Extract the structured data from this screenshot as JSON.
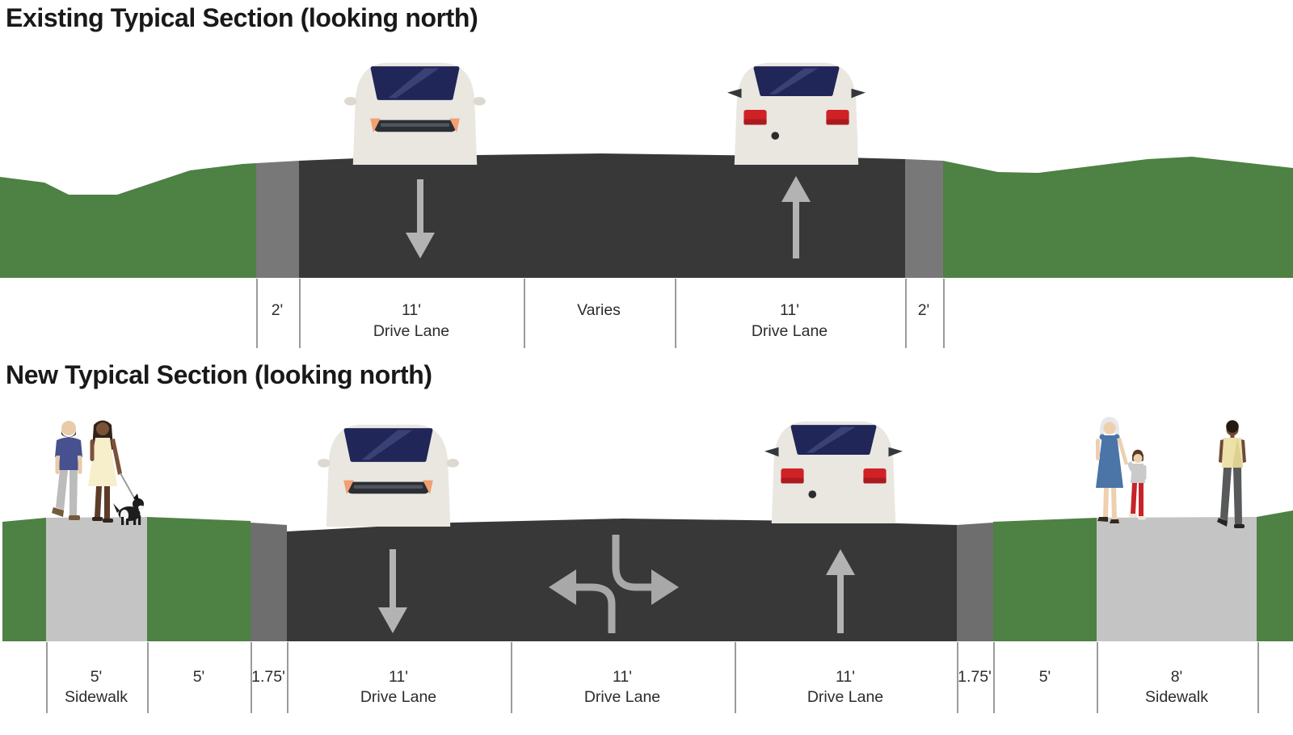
{
  "existing_section": {
    "title": "Existing Typical Section (looking north)",
    "labels": [
      {
        "value": "2'",
        "sub": ""
      },
      {
        "value": "11'",
        "sub": "Drive Lane"
      },
      {
        "value": "Varies",
        "sub": ""
      },
      {
        "value": "11'",
        "sub": "Drive Lane"
      },
      {
        "value": "2'",
        "sub": ""
      }
    ]
  },
  "new_section": {
    "title": "New Typical Section (looking north)",
    "labels": [
      {
        "value": "5'",
        "sub": "Sidewalk"
      },
      {
        "value": "5'",
        "sub": ""
      },
      {
        "value": "1.75'",
        "sub": ""
      },
      {
        "value": "11'",
        "sub": "Drive Lane"
      },
      {
        "value": "11'",
        "sub": "Drive Lane"
      },
      {
        "value": "11'",
        "sub": "Drive Lane"
      },
      {
        "value": "1.75'",
        "sub": ""
      },
      {
        "value": "5'",
        "sub": ""
      },
      {
        "value": "8'",
        "sub": "Sidewalk"
      }
    ]
  },
  "colors": {
    "green": "#4e8144",
    "road": "#383838",
    "shoulder": "#787878",
    "shoulder-dark": "#6e6e6e",
    "sidewalk": "#c4c4c4",
    "arrow": "#b3b3b3",
    "car-body": "#e9e7e0",
    "glass": "#202657",
    "taillight": "#d02127",
    "headlight-accent": "#f2a071",
    "tick": "#9b9b9b",
    "label-text": "#2c2c2c"
  }
}
